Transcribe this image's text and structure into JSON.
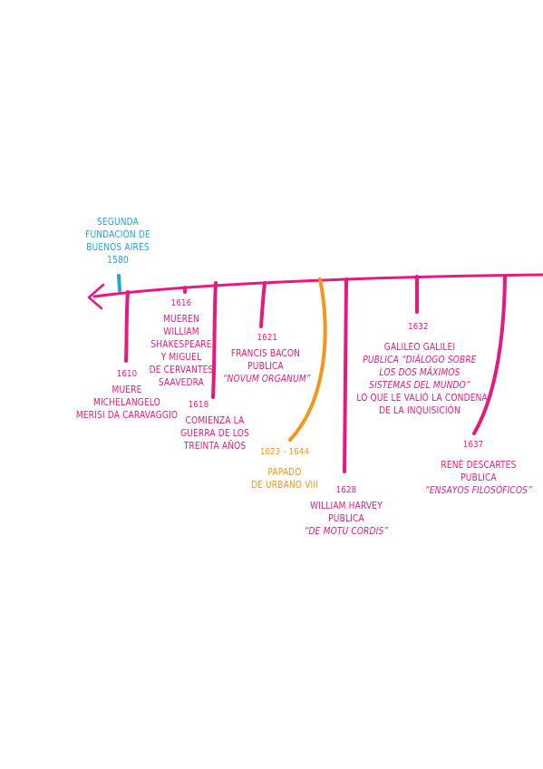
{
  "colors": {
    "magenta": "#e6197f",
    "cyan": "#1ea6dd",
    "orange": "#f7941d"
  },
  "events": {
    "buenos_aires": {
      "lines": [
        "SEGUNDA",
        "FUNDACIÓN DE",
        "BUENOS AIRES"
      ],
      "year": "1580"
    },
    "e1610": {
      "year": "1610",
      "lines": [
        "MUERE",
        "MICHELANGELO",
        "MERISI DA CARAVAGGIO"
      ]
    },
    "e1616": {
      "year": "1616",
      "lines": [
        "MUEREN",
        "WILLIAM",
        "SHAKESPEARE",
        "Y MIGUEL",
        "DE CERVANTES",
        "SAAVEDRA"
      ]
    },
    "e1618": {
      "year": "1618",
      "lines": [
        "COMIENZA LA",
        "GUERRA DE LOS",
        "TREINTA AÑOS"
      ]
    },
    "e1621": {
      "year": "1621",
      "lines": [
        "FRANCIS BACON",
        "PUBLICA",
        "“NOVUM ORGANUM”"
      ]
    },
    "e1623": {
      "year": "1623 - 1644",
      "lines": [
        "PAPADO",
        "DE URBANO VIII"
      ]
    },
    "e1628": {
      "year": "1628",
      "lines": [
        "WILLIAM HARVEY",
        "PUBLICA",
        "“DE MOTU CORDIS”"
      ]
    },
    "e1632": {
      "year": "1632",
      "lines": [
        "GALILEO GALILEI",
        "PUBLICA “DIÁLOGO SOBRE",
        "LOS DOS MÁXIMOS",
        "SISTEMAS DEL MUNDO”",
        "LO QUE LE VALIÓ LA CONDENA",
        "DE LA INQUISICIÓN"
      ]
    },
    "e1637": {
      "year": "1637",
      "lines": [
        "RENÉ DESCARTES",
        "PUBLICA",
        "“ENSAYOS FILOSÓFICOS”"
      ]
    }
  }
}
